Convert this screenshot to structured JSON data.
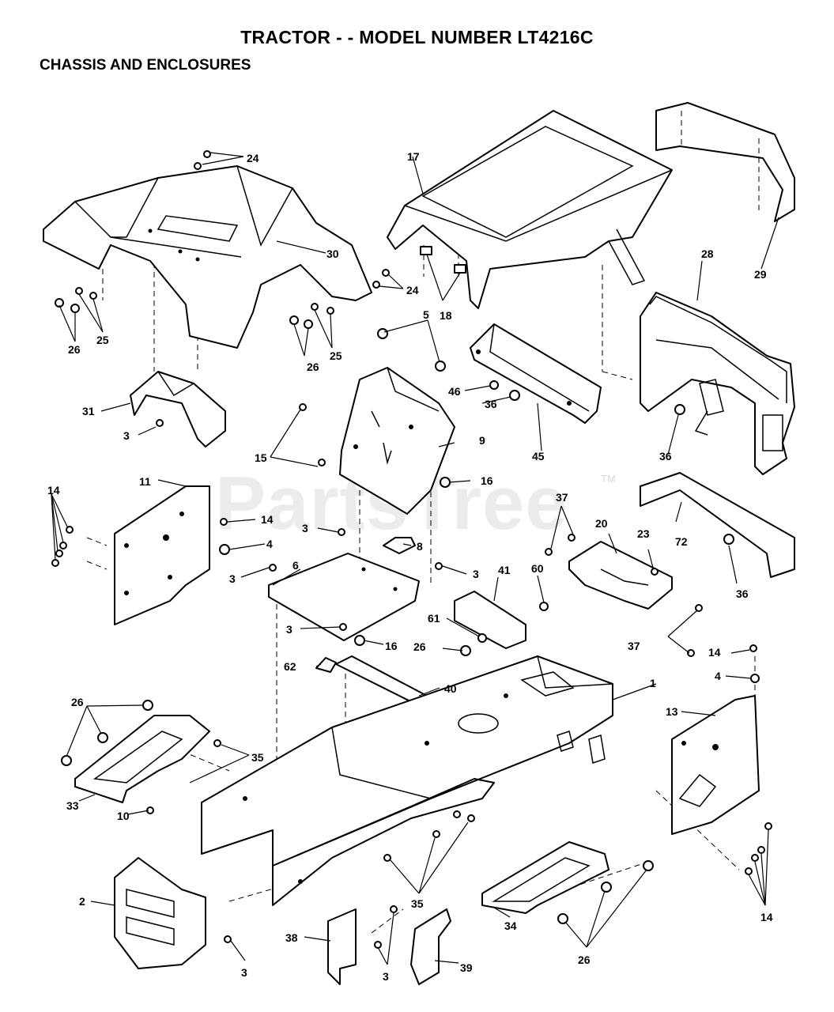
{
  "header": {
    "title": "TRACTOR - - MODEL NUMBER LT4216C",
    "subtitle": "CHASSIS AND ENCLOSURES"
  },
  "watermark": {
    "text": "PartsTree",
    "tm": "TM"
  },
  "callouts": [
    "1",
    "2",
    "3",
    "3",
    "3",
    "3",
    "3",
    "3",
    "3",
    "4",
    "4",
    "5",
    "6",
    "8",
    "9",
    "10",
    "11",
    "13",
    "14",
    "14",
    "14",
    "14",
    "15",
    "16",
    "16",
    "17",
    "18",
    "20",
    "23",
    "24",
    "24",
    "25",
    "25",
    "26",
    "26",
    "26",
    "26",
    "26",
    "28",
    "29",
    "30",
    "31",
    "33",
    "34",
    "35",
    "35",
    "36",
    "36",
    "36",
    "37",
    "37",
    "38",
    "39",
    "40",
    "41",
    "45",
    "46",
    "60",
    "61",
    "62",
    "72"
  ]
}
